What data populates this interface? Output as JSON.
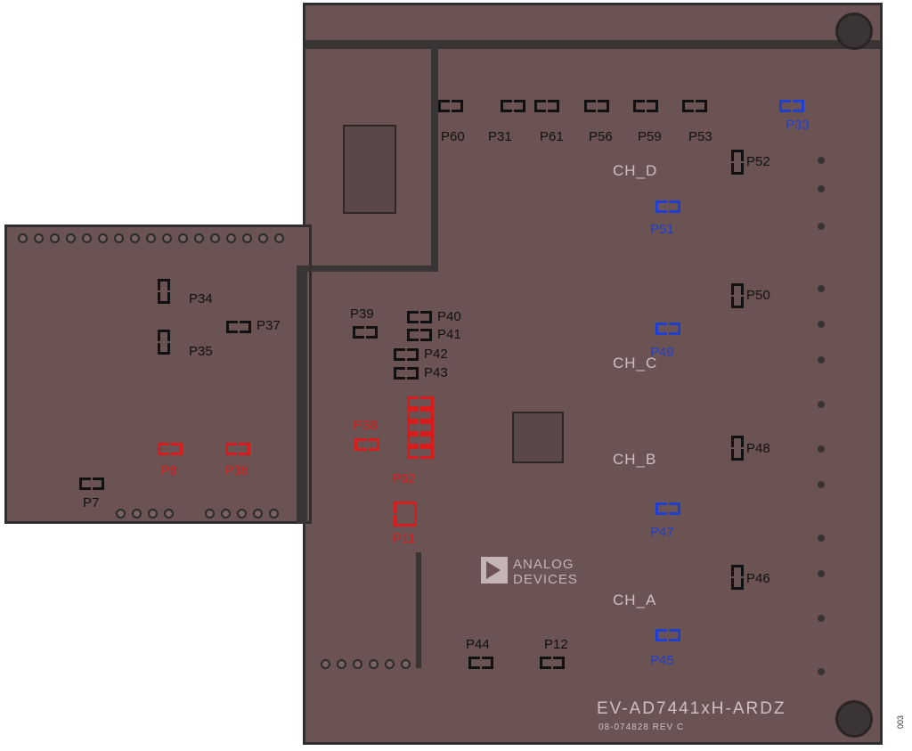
{
  "figure_code": "003",
  "board": {
    "name": "EV-AD7441xH-ARDZ",
    "part_number": "08-074828 REV C",
    "channels": [
      "CH_D",
      "CH_C",
      "CH_B",
      "CH_A"
    ],
    "logo": {
      "line1": "ANALOG",
      "line2": "DEVICES"
    }
  },
  "jumpers": {
    "p60": "P60",
    "p31": "P31",
    "p61": "P61",
    "p56": "P56",
    "p59": "P59",
    "p53": "P53",
    "p33": "P33",
    "p52": "P52",
    "p51": "P51",
    "p50": "P50",
    "p49": "P49",
    "p48": "P48",
    "p47": "P47",
    "p46": "P46",
    "p45": "P45",
    "p34": "P34",
    "p37": "P37",
    "p35": "P35",
    "p8": "P8",
    "p36": "P36",
    "p7": "P7",
    "p39": "P39",
    "p40": "P40",
    "p41": "P41",
    "p42": "P42",
    "p43": "P43",
    "p38": "P38",
    "p62": "P62",
    "p11": "P11",
    "p44": "P44",
    "p12": "P12"
  },
  "colors": {
    "default": "#111111",
    "red": "#d81b1b",
    "blue": "#1f3fd0",
    "board": "#6b5353"
  }
}
